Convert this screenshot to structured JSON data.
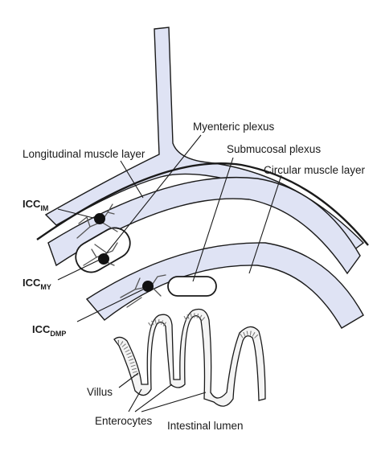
{
  "labels": {
    "myenteric_plexus": "Myenteric plexus",
    "longitudinal_muscle_layer": "Longitudinal muscle layer",
    "submucosal_plexus": "Submucosal plexus",
    "circular_muscle_layer": "Circular muscle layer",
    "villus": "Villus",
    "enterocytes": "Enterocytes",
    "intestinal_lumen": "Intestinal lumen"
  },
  "icc_labels": {
    "im": {
      "main": "ICC",
      "sub": "IM"
    },
    "my": {
      "main": "ICC",
      "sub": "MY"
    },
    "dmp": {
      "main": "ICC",
      "sub": "DMP"
    }
  },
  "colors": {
    "layer_fill": "#dfe3f4",
    "outline": "#1a1a1a",
    "cell_body": "#111111"
  }
}
